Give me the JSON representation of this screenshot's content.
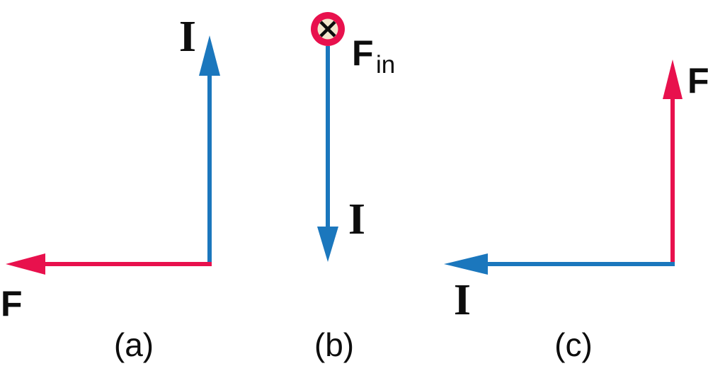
{
  "figure": {
    "type": "physics-vector-diagram",
    "colors": {
      "current_arrow": "#1b77bd",
      "force_arrow": "#e8114d",
      "into_page_inner": "#f2e7cd",
      "text": "#0d0d0d",
      "background": "#ffffff"
    },
    "panels": [
      {
        "id": "a",
        "caption": "(a)",
        "current_label": "I",
        "current_direction": "up",
        "force_label": "F",
        "force_direction": "left"
      },
      {
        "id": "b",
        "caption": "(b)",
        "current_label": "I",
        "current_direction": "down",
        "force_label": "F",
        "force_subscript": "in",
        "force_direction": "into-page",
        "into_page_symbol": "×"
      },
      {
        "id": "c",
        "caption": "(c)",
        "current_label": "I",
        "current_direction": "left",
        "force_label": "F",
        "force_direction": "up"
      }
    ]
  }
}
